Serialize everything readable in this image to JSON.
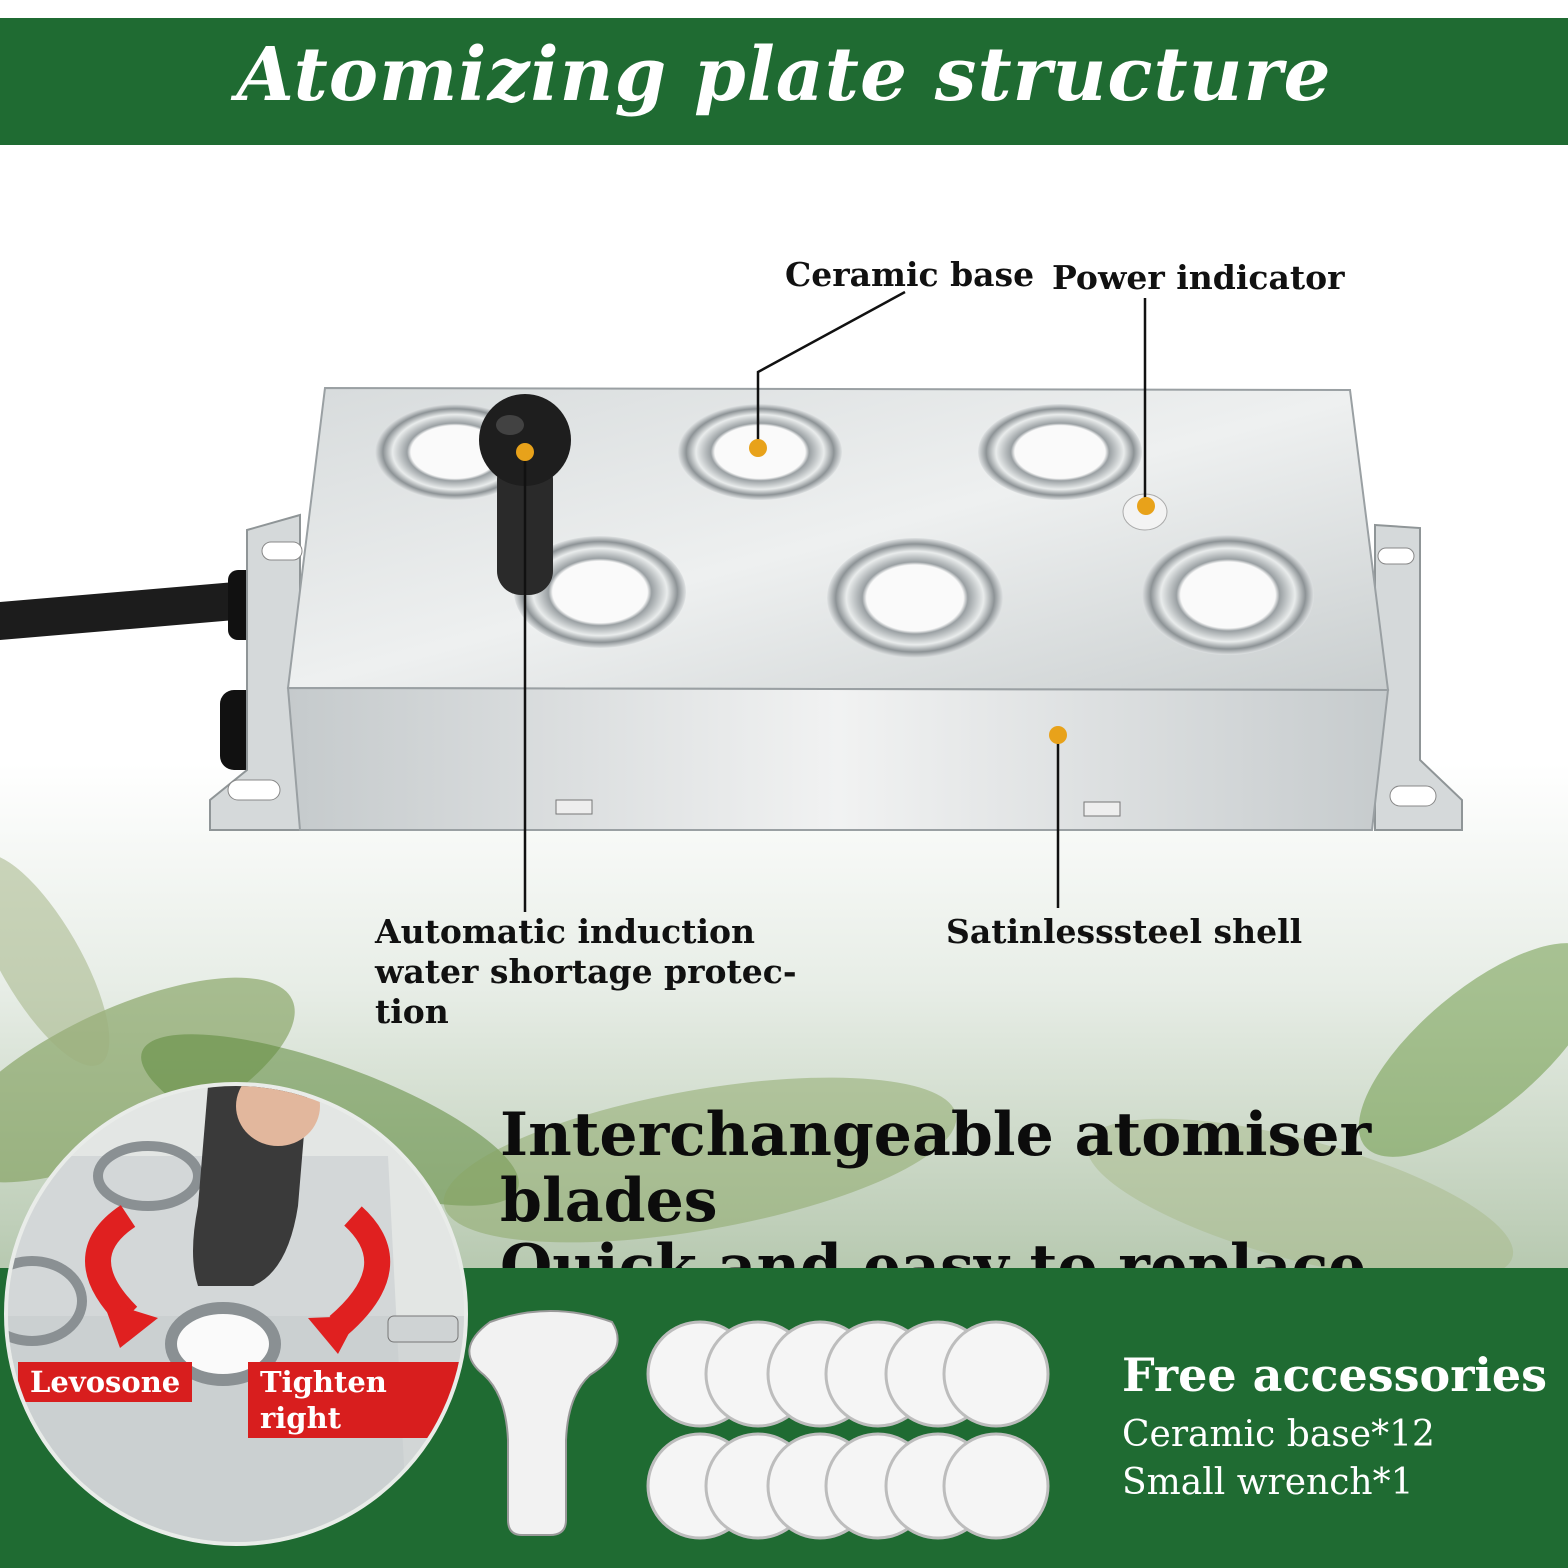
{
  "banner": {
    "title": "Atomizing plate structure"
  },
  "callouts": {
    "ceramic_base": "Ceramic base",
    "power_indicator": "Power indicator",
    "auto_induction_line1": "Automatic induction",
    "auto_induction_line2": "water shortage protec-",
    "auto_induction_line3": "tion",
    "shell": "Satinlesssteel shell"
  },
  "headline": {
    "line1": "Interchangeable atomiser blades",
    "line2": "Quick and easy to replace"
  },
  "inset": {
    "left_tag": "Levosone",
    "right_tag": "Tighten right"
  },
  "accessories": {
    "title": "Free accessories",
    "items": [
      "Ceramic base*12",
      "Small wrench*1"
    ]
  },
  "colors": {
    "brand_green": "#1f6b32",
    "marker_orange": "#e8a21a",
    "tag_red": "#d81e1e"
  },
  "icons": {
    "marker": "orange-dot-marker",
    "arrow": "red-curved-arrow"
  }
}
